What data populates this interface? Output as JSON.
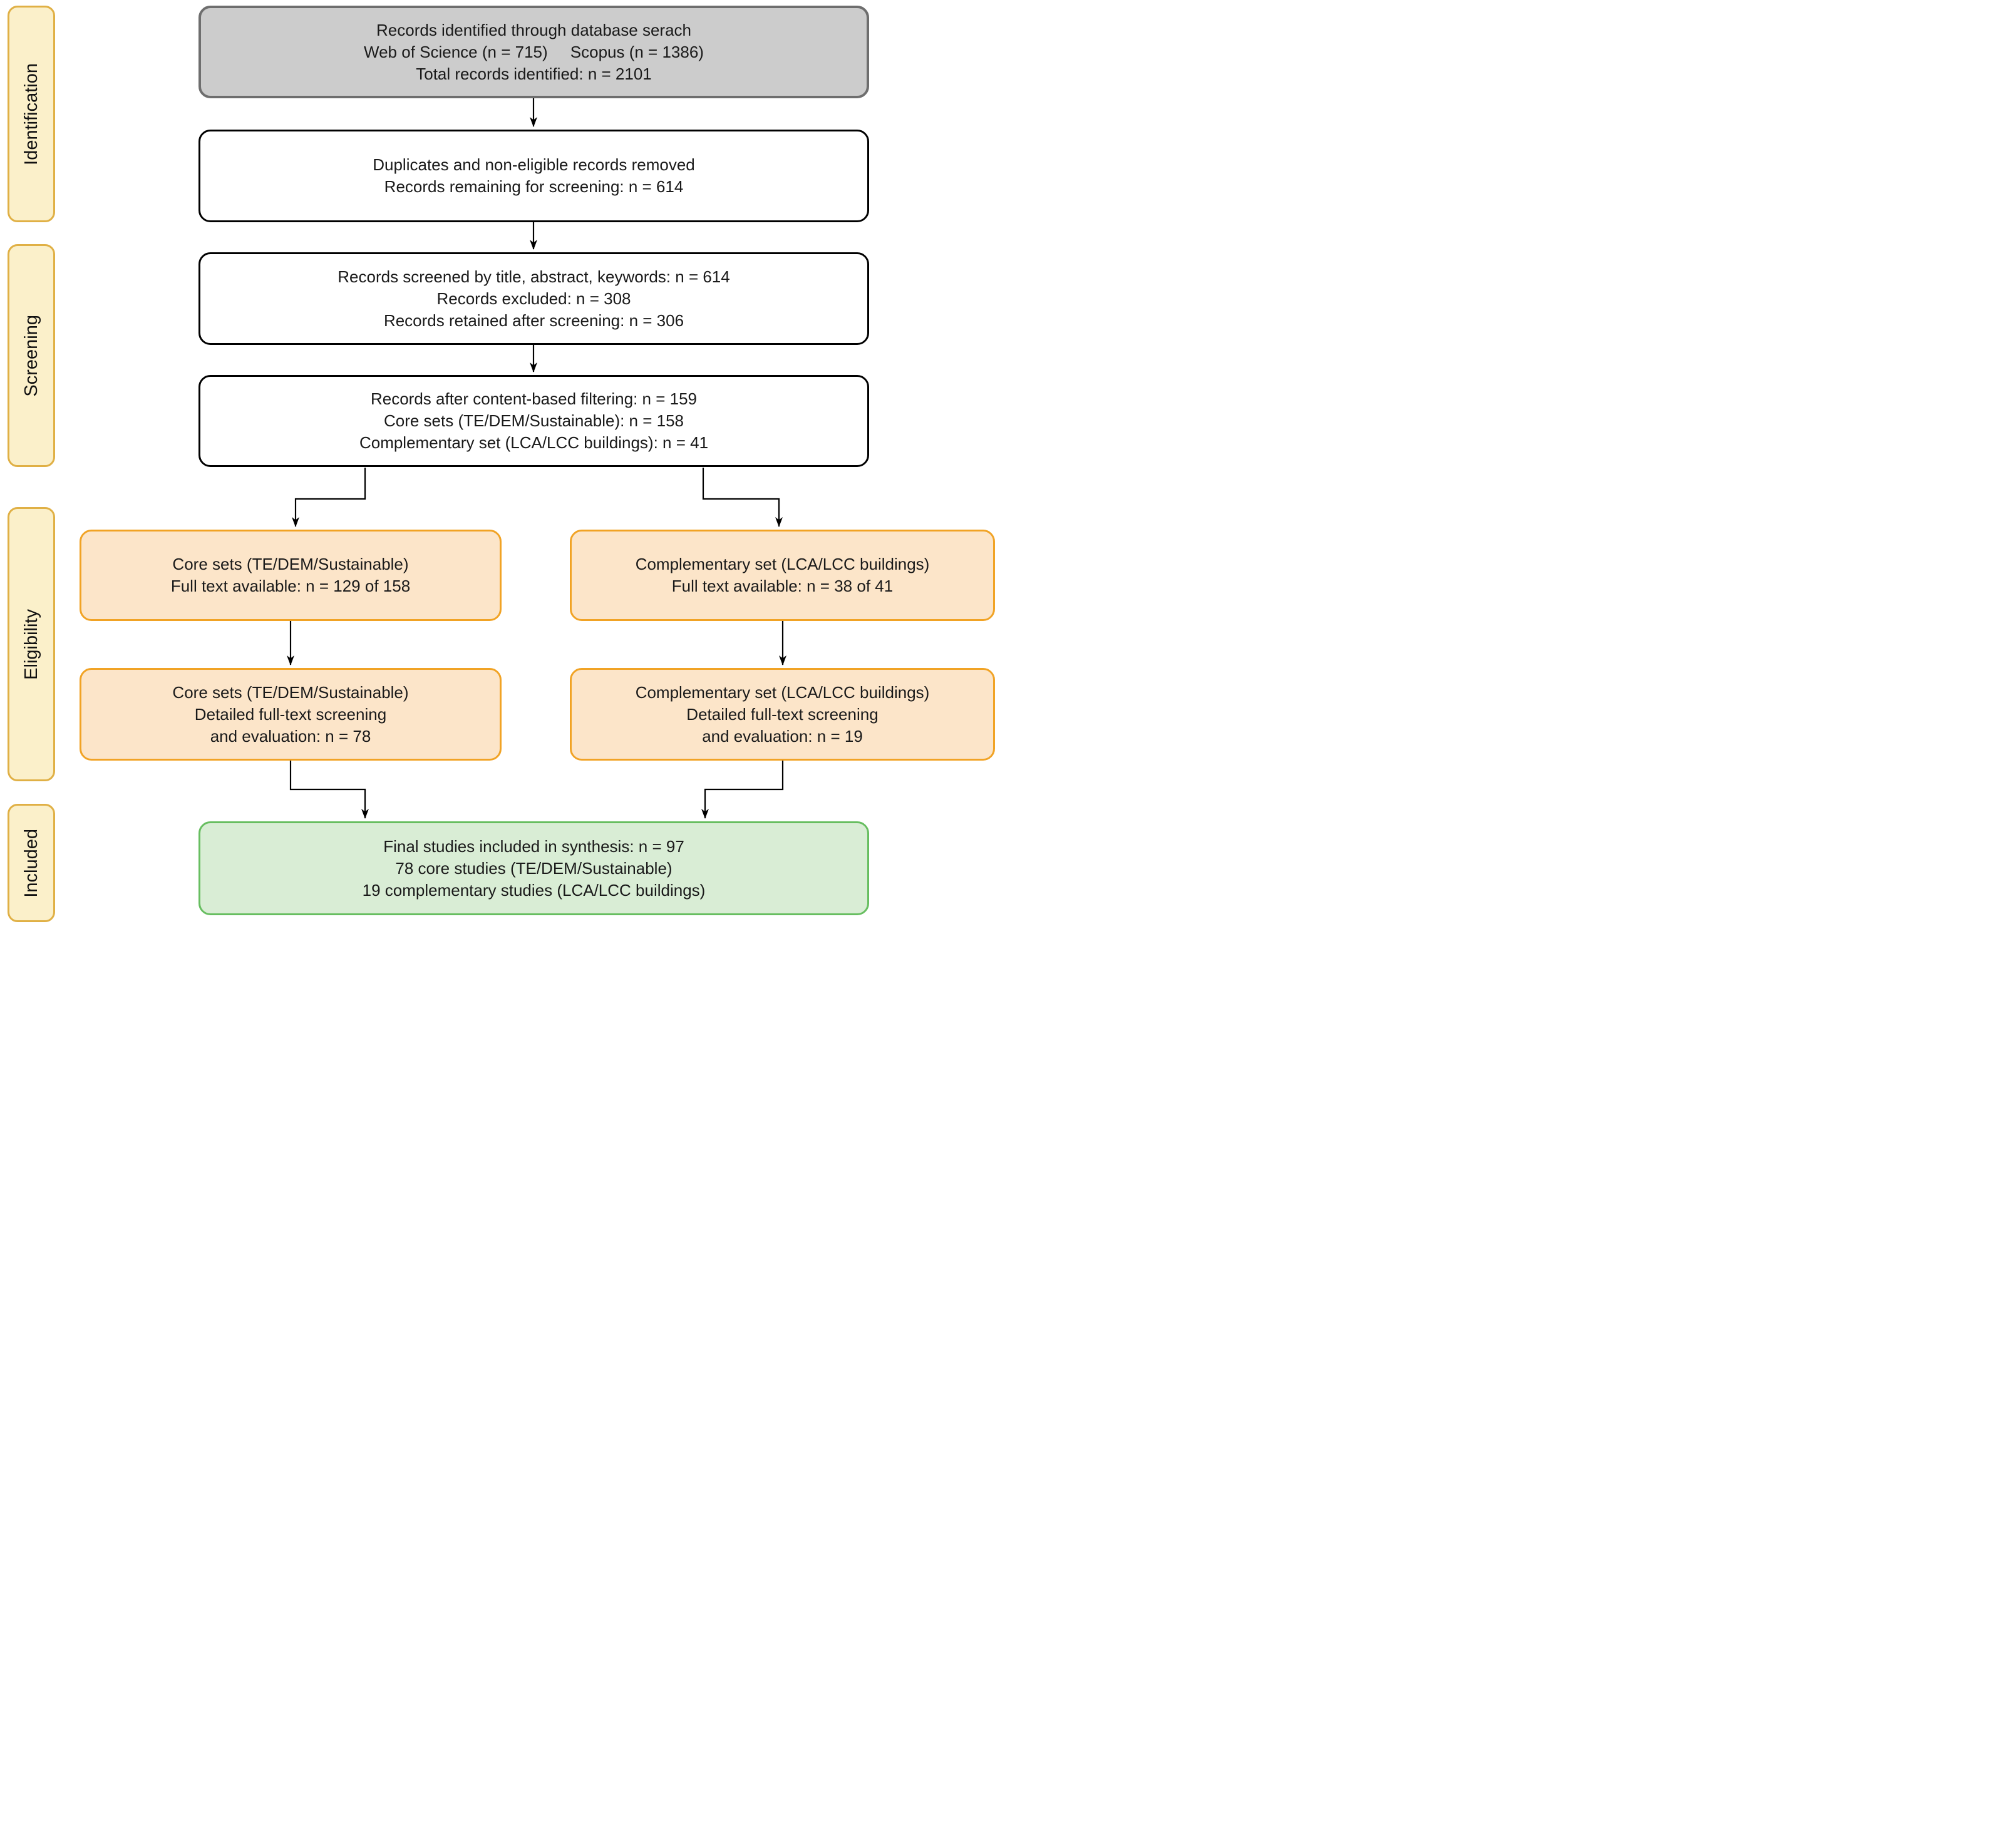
{
  "sidebar": {
    "stages": [
      {
        "label": "Identification"
      },
      {
        "label": "Screening"
      },
      {
        "label": "Eligibility"
      },
      {
        "label": "Included"
      }
    ]
  },
  "nodes": {
    "identified": {
      "lines": [
        "Records identified through database serach",
        "Web of Science (n = 715)     Scopus (n = 1386)",
        "Total records identified: n = 2101"
      ]
    },
    "deduplicated": {
      "lines": [
        "Duplicates and non-eligible records removed",
        "Records remaining for screening: n = 614"
      ]
    },
    "screened": {
      "lines": [
        "Records screened by title, abstract, keywords: n = 614",
        "Records excluded: n = 308",
        "Records retained after screening: n = 306"
      ]
    },
    "filtered": {
      "lines": [
        "Records after content-based filtering: n = 159",
        "Core sets (TE/DEM/Sustainable): n = 158",
        "Complementary set (LCA/LCC buildings): n = 41"
      ]
    },
    "core_fulltext": {
      "lines": [
        "Core sets (TE/DEM/Sustainable)",
        "Full text available: n = 129 of 158"
      ]
    },
    "comp_fulltext": {
      "lines": [
        "Complementary set (LCA/LCC buildings)",
        "Full text available: n = 38 of 41"
      ]
    },
    "core_eval": {
      "lines": [
        "Core sets (TE/DEM/Sustainable)",
        "Detailed full-text screening",
        "and evaluation: n = 78"
      ]
    },
    "comp_eval": {
      "lines": [
        "Complementary set (LCA/LCC buildings)",
        "Detailed full-text screening",
        "and evaluation: n = 19"
      ]
    },
    "synthesis": {
      "lines": [
        "Final studies included in synthesis: n = 97",
        "78 core studies (TE/DEM/Sustainable)",
        "19 complementary studies (LCA/LCC buildings)"
      ]
    }
  },
  "colors": {
    "stage_fill": "#FBF0CA",
    "stage_border": "#E0B045",
    "gray_fill": "#CCCCCC",
    "gray_border": "#6E6E6E",
    "white_border": "#000000",
    "orange_fill": "#FCE5C9",
    "orange_border": "#F1A325",
    "green_fill": "#D9EDD5",
    "green_border": "#67BE60",
    "arrow": "#000000"
  }
}
